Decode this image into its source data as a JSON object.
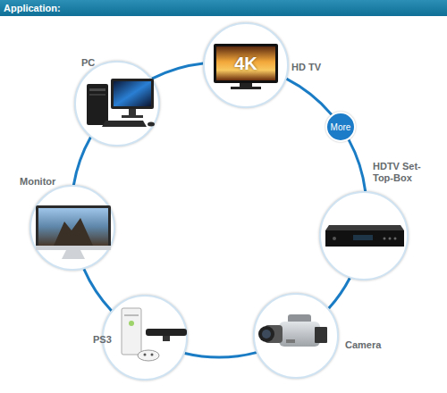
{
  "diagram": {
    "title": "Application:",
    "nodes": [
      {
        "text": [
          "PC"
        ]
      },
      {
        "text": [
          "HD TV"
        ]
      },
      {
        "text": [
          "More"
        ]
      },
      {
        "text": [
          "HDTV Set-Top-Box"
        ]
      },
      {
        "text": [
          "Camera"
        ]
      },
      {
        "text": [
          "PS3"
        ]
      },
      {
        "text": [
          "Monitor"
        ]
      }
    ],
    "edges": [
      {
        "from": 0,
        "to": 1,
        "arrow": "none"
      },
      {
        "from": 1,
        "to": 2,
        "arrow": "none"
      },
      {
        "from": 2,
        "to": 3,
        "arrow": "none"
      },
      {
        "from": 3,
        "to": 4,
        "arrow": "none"
      },
      {
        "from": 4,
        "to": 5,
        "arrow": "none"
      },
      {
        "from": 5,
        "to": 6,
        "arrow": "none"
      },
      {
        "from": 6,
        "to": 0,
        "arrow": "none"
      }
    ],
    "labels": [
      "4K"
    ]
  }
}
